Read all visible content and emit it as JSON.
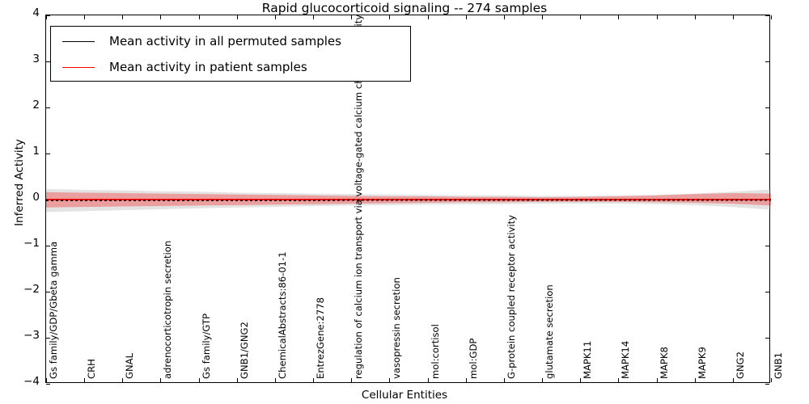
{
  "chart_data": {
    "type": "line",
    "title": "Rapid glucocorticoid signaling -- 274 samples",
    "xlabel": "Cellular Entities",
    "ylabel": "Inferred Activity",
    "ylim": [
      -4,
      4
    ],
    "yticks": [
      4,
      3,
      2,
      1,
      0,
      -1,
      -2,
      -3,
      -4
    ],
    "ytick_labels": [
      "4",
      "3",
      "2",
      "1",
      "0",
      "−1",
      "−2",
      "−3",
      "−4"
    ],
    "grid": false,
    "legend_position": "upper left",
    "n_samples": 274,
    "categories": [
      "Gs family/GDP/Gbeta gamma",
      "CRH",
      "GNAL",
      "adrenocorticotropin secretion",
      "Gs family/GTP",
      "GNB1/GNG2",
      "ChemicalAbstracts:86-01-1",
      "EntrezGene:2778",
      "regulation of calcium ion transport via voltage-gated calcium channel activity",
      "vasopressin secretion",
      "mol:cortisol",
      "mol:GDP",
      "G-protein coupled receptor activity",
      "glutamate secretion",
      "MAPK11",
      "MAPK14",
      "MAPK8",
      "MAPK9",
      "GNG2",
      "GNB1"
    ],
    "series": [
      {
        "name": "Mean activity in all permuted samples",
        "color": "#000000",
        "style": "dotted-line",
        "values": [
          -0.02,
          -0.02,
          -0.02,
          -0.02,
          -0.02,
          -0.02,
          -0.02,
          -0.02,
          -0.01,
          -0.01,
          -0.01,
          -0.01,
          -0.01,
          -0.01,
          -0.01,
          -0.01,
          -0.01,
          -0.01,
          -0.01,
          -0.01
        ],
        "band_color": "#b0b0b0",
        "band_alpha": 0.35,
        "band_lower": [
          -0.27,
          -0.25,
          -0.23,
          -0.21,
          -0.19,
          -0.17,
          -0.16,
          -0.14,
          -0.13,
          -0.12,
          -0.11,
          -0.1,
          -0.1,
          -0.09,
          -0.09,
          -0.09,
          -0.1,
          -0.12,
          -0.16,
          -0.22
        ],
        "band_upper": [
          0.23,
          0.21,
          0.2,
          0.18,
          0.17,
          0.15,
          0.14,
          0.13,
          0.12,
          0.11,
          0.1,
          0.09,
          0.09,
          0.08,
          0.08,
          0.09,
          0.1,
          0.13,
          0.17,
          0.22
        ]
      },
      {
        "name": "Mean activity in patient samples",
        "color": "#ff0000",
        "style": "solid-line",
        "values": [
          0.0,
          0.0,
          0.0,
          0.0,
          0.0,
          0.0,
          0.0,
          0.0,
          0.0,
          0.0,
          0.0,
          0.0,
          0.0,
          0.0,
          0.0,
          0.0,
          0.0,
          0.0,
          0.0,
          0.0
        ],
        "band_color": "#ff0000",
        "band_alpha": 0.3,
        "band_lower": [
          -0.17,
          -0.16,
          -0.15,
          -0.14,
          -0.13,
          -0.12,
          -0.11,
          -0.1,
          -0.09,
          -0.08,
          -0.07,
          -0.06,
          -0.06,
          -0.05,
          -0.05,
          -0.05,
          -0.06,
          -0.07,
          -0.09,
          -0.13
        ],
        "band_upper": [
          0.16,
          0.15,
          0.14,
          0.13,
          0.12,
          0.11,
          0.1,
          0.09,
          0.08,
          0.07,
          0.07,
          0.06,
          0.06,
          0.05,
          0.06,
          0.07,
          0.09,
          0.12,
          0.14,
          0.13
        ]
      }
    ]
  },
  "legend": {
    "items": [
      {
        "label": "Mean activity in all permuted samples",
        "color": "#000000"
      },
      {
        "label": "Mean activity in patient samples",
        "color": "#ff0000"
      }
    ]
  }
}
